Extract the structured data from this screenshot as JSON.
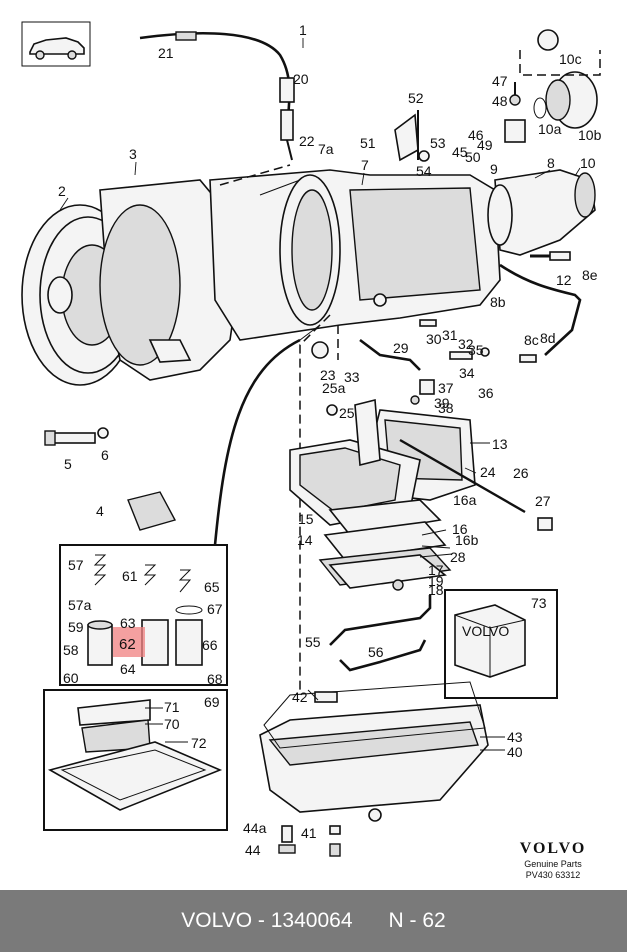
{
  "diagram": {
    "labels": [
      "1",
      "2",
      "3",
      "4",
      "5",
      "6",
      "7",
      "7a",
      "8",
      "8b",
      "8c",
      "8d",
      "8e",
      "9",
      "10",
      "10a",
      "10b",
      "10c",
      "12",
      "13",
      "14",
      "15",
      "16",
      "16a",
      "16b",
      "17",
      "18",
      "19",
      "20",
      "21",
      "22",
      "23",
      "24",
      "25",
      "25a",
      "26",
      "27",
      "28",
      "29",
      "30",
      "31",
      "32",
      "33",
      "34",
      "35",
      "36",
      "37",
      "38",
      "39",
      "40",
      "41",
      "42",
      "43",
      "44",
      "44a",
      "45",
      "46",
      "47",
      "48",
      "49",
      "50",
      "51",
      "52",
      "53",
      "54",
      "55",
      "56",
      "57",
      "57a",
      "58",
      "59",
      "60",
      "61",
      "62",
      "63",
      "64",
      "65",
      "66",
      "67",
      "68",
      "69",
      "70",
      "71",
      "72",
      "73"
    ],
    "highlighted_part": "62",
    "highlight_color": "#f08080"
  },
  "brand": {
    "logo_text": "VOLVO",
    "subtitle": "Genuine Parts",
    "publication": "PV430",
    "publication_number": "63312"
  },
  "footer": {
    "caption": "VOLVO - 1340064",
    "position_ref": "N - 62",
    "background": "#7a7a7a"
  }
}
